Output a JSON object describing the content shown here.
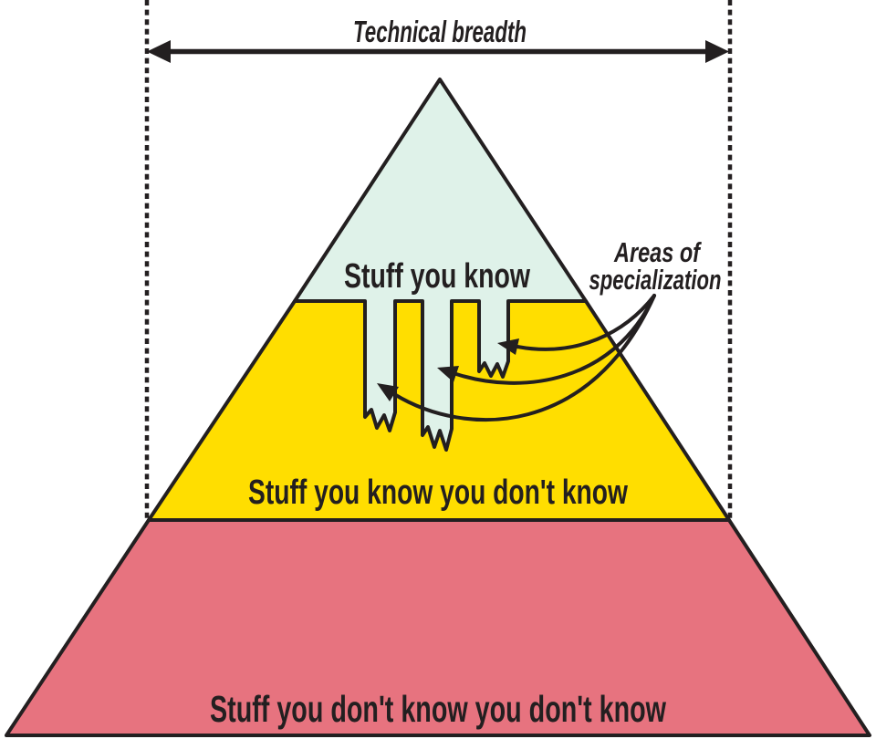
{
  "diagram": {
    "top_axis": {
      "label": "Technical breadth"
    },
    "annotation": {
      "line1": "Areas of",
      "line2": "specialization"
    },
    "pyramid": {
      "top_label": "Stuff you know",
      "middle_label": "Stuff you know you don't know",
      "bottom_label": "Stuff you don't know you don't know"
    },
    "colors": {
      "top_fill": "#dff2e9",
      "middle_fill": "#ffde00",
      "bottom_fill": "#e7737f",
      "ink": "#231f20",
      "background": "#ffffff"
    }
  }
}
